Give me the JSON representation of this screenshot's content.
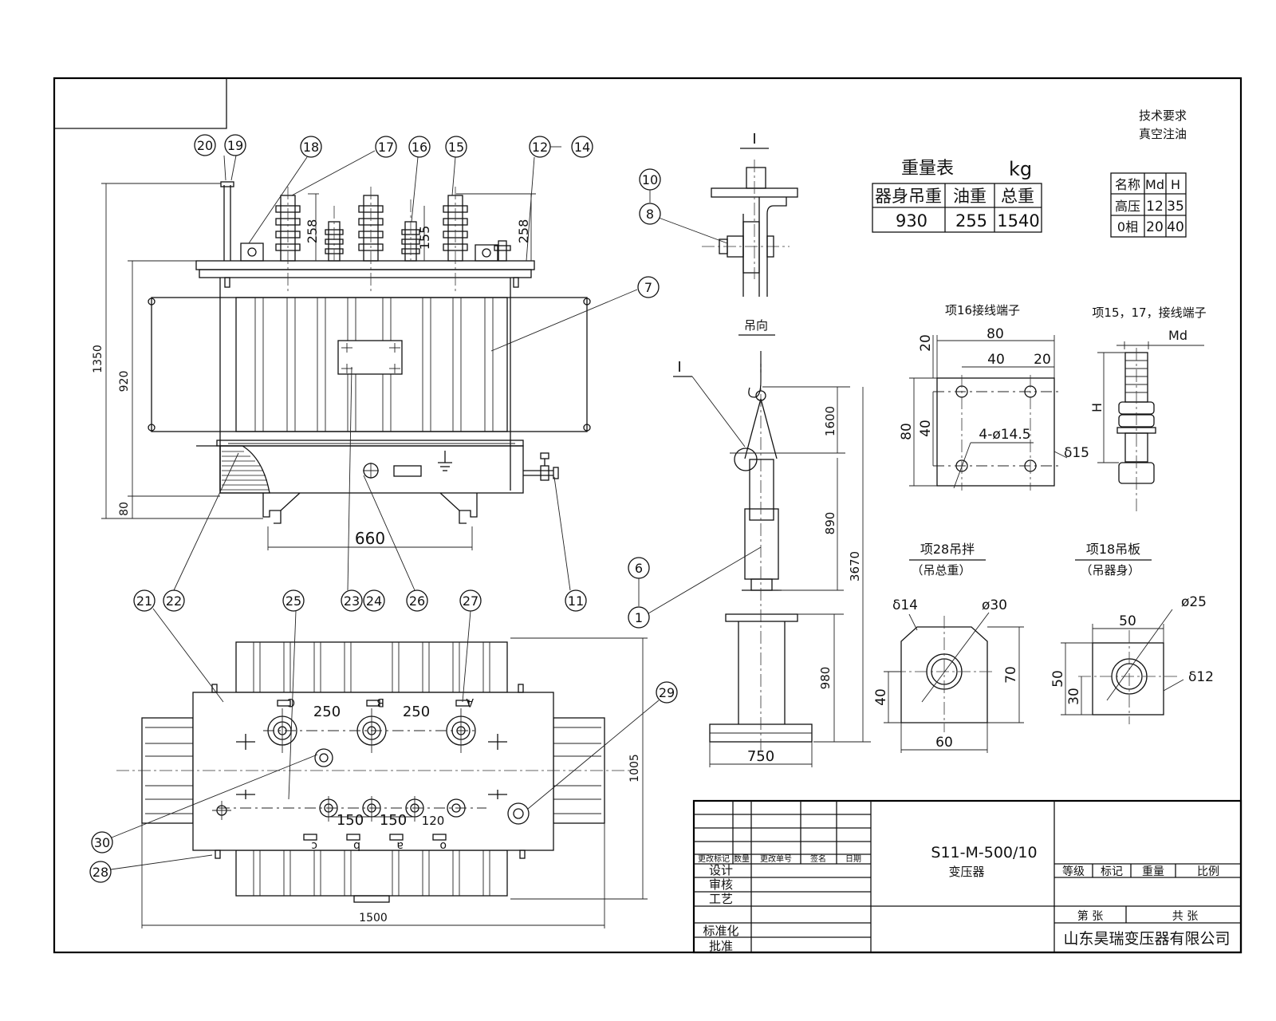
{
  "tech_req": {
    "line1": "技术要求",
    "line2": "真空注油"
  },
  "weight_table": {
    "title": "重量表",
    "unit": "kg",
    "headers": [
      "器身吊重",
      "油重",
      "总重"
    ],
    "values": [
      "930",
      "255",
      "1540"
    ]
  },
  "md_table": {
    "headers": [
      "名称",
      "Md",
      "H"
    ],
    "rows": [
      [
        "高压",
        "12",
        "35"
      ],
      [
        "0相",
        "20",
        "40"
      ]
    ]
  },
  "views": {
    "detail_i": "I",
    "lift_dir": "吊向",
    "item16": "项16接线端子",
    "item15_17": "项15，17，接线端子",
    "md": "Md",
    "h": "H",
    "item28": {
      "title": "项28吊拌",
      "sub": "（吊总重）"
    },
    "item18": {
      "title": "项18吊板",
      "sub": "（吊器身）"
    }
  },
  "dims": {
    "front_258a": "258",
    "front_258b": "258",
    "front_155": "155",
    "front_1350": "1350",
    "front_920": "920",
    "front_80": "80",
    "front_660": "660",
    "lift_1600": "1600",
    "lift_890": "890",
    "lift_3670": "3670",
    "lift_980": "980",
    "lift_750": "750",
    "t_80": "80",
    "t_40": "40",
    "t_20a": "20",
    "t_20b": "20",
    "t_80v": "80",
    "t_40v": "40",
    "t_holes": "4-ø14.5",
    "t_delta": "δ15",
    "l28_d14": "δ14",
    "l28_phi": "ø30",
    "l28_70": "70",
    "l28_40": "40",
    "l28_60": "60",
    "l18_phi": "ø25",
    "l18_50": "50",
    "l18_d12": "δ12",
    "l18_50v": "50",
    "l18_30": "30",
    "top_250a": "250",
    "top_250b": "250",
    "top_150a": "150",
    "top_150b": "150",
    "top_120": "120",
    "top_1005": "1005",
    "top_1500": "1500"
  },
  "phase_labels": {
    "C": "C",
    "B": "B",
    "A": "A",
    "c": "c",
    "b": "b",
    "a": "a",
    "o": "o"
  },
  "balloons": {
    "b20": "20",
    "b19": "19",
    "b18": "18",
    "b17": "17",
    "b16": "16",
    "b15": "15",
    "b12": "12",
    "b14": "14",
    "b10": "10",
    "b8": "8",
    "b7": "7",
    "b6": "6",
    "b1": "1",
    "b21": "21",
    "b22": "22",
    "b25": "25",
    "b23": "23",
    "b24": "24",
    "b26": "26",
    "b27": "27",
    "b11": "11",
    "b29": "29",
    "b30": "30",
    "b28": "28"
  },
  "title_block": {
    "model": "S11-M-500/10",
    "name": "变压器",
    "left_header": [
      "更改标记",
      "数量",
      "更改单号",
      "签名",
      "日期"
    ],
    "roles": {
      "design": "设计",
      "review": "审核",
      "process": "工艺",
      "std": "标准化",
      "approve": "批准"
    },
    "grade_header": [
      "等级",
      "标记",
      "重量",
      "比例"
    ],
    "sheet_info": {
      "sheet": "第 张",
      "total": "共 张"
    },
    "company": "山东昊瑞变压器有限公司"
  }
}
